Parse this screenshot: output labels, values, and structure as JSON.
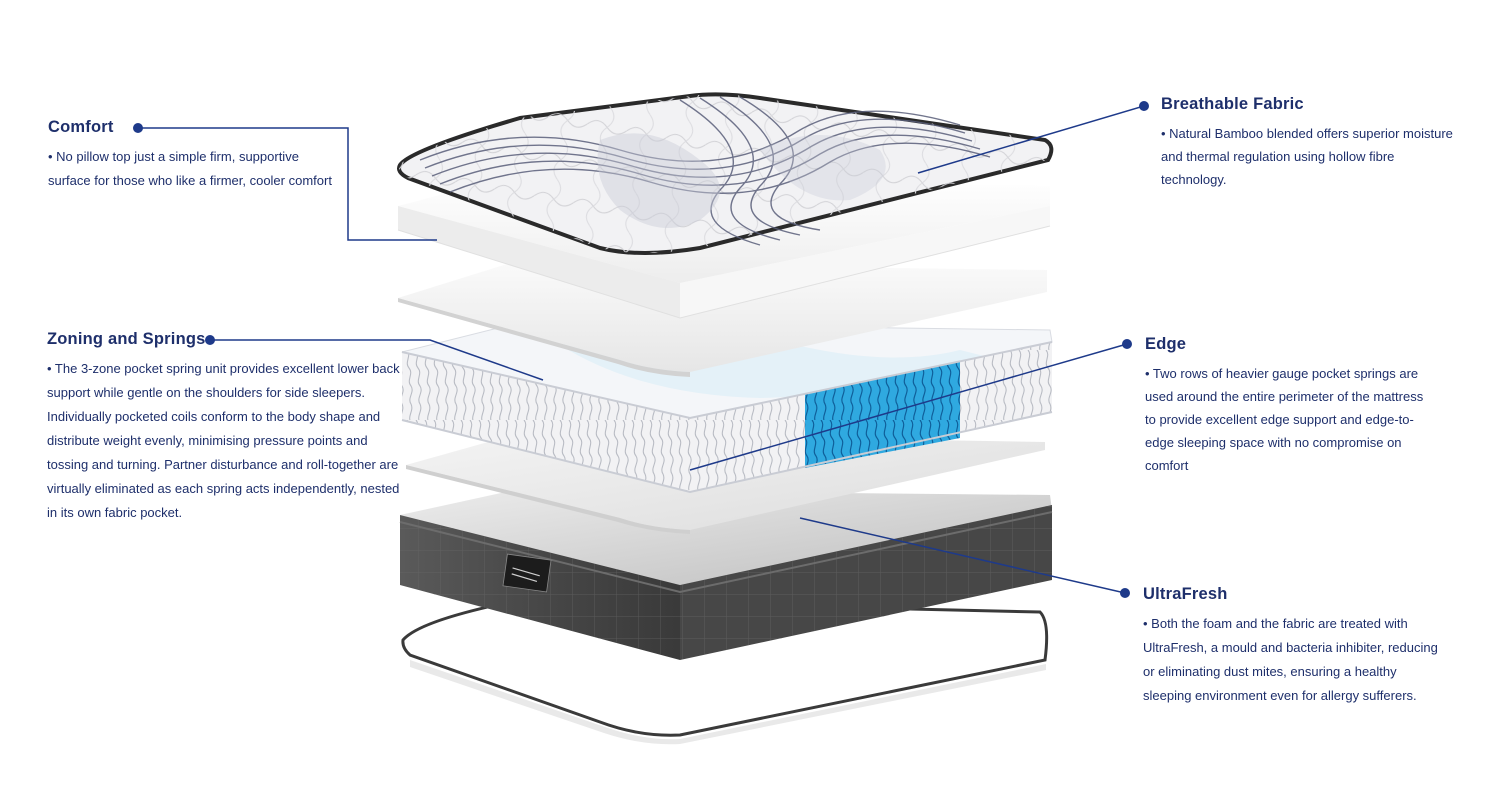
{
  "callouts": {
    "comfort": {
      "title": "Comfort",
      "text": "• No pillow top just a simple firm, supportive surface for those who like a firmer, cooler comfort"
    },
    "zoning": {
      "title": "Zoning and Springs",
      "text": "• The 3-zone pocket spring unit provides excellent lower back support while gentle on the shoulders for side sleepers. Individually pocketed coils conform to the body shape and distribute weight evenly, minimising pressure points and tossing and turning. Partner disturbance and roll-together are virtually eliminated as each spring acts independently, nested in its own fabric pocket."
    },
    "breathable": {
      "title": "Breathable Fabric",
      "text": "• Natural Bamboo blended offers superior moisture and thermal regulation using hollow fibre technology."
    },
    "edge": {
      "title": "Edge",
      "text": "• Two rows of heavier gauge pocket springs are used around the entire perimeter of the mattress to provide excellent edge support and edge-to-edge sleeping space with no compromise on comfort"
    },
    "ultrafresh": {
      "title": "UltraFresh",
      "text": "• Both the foam and the fabric are treated with UltraFresh, a mould and bacteria inhibiter, reducing or eliminating dust mites, ensuring a healthy sleeping environment even for allergy sufferers."
    }
  },
  "colors": {
    "accent": "#1e2f6b",
    "line": "#1e3a8a",
    "spring_blue": "#1d9fd8",
    "border_fabric": "#4a4a4a"
  },
  "icons": {
    "dot": "bullet-dot-icon"
  }
}
